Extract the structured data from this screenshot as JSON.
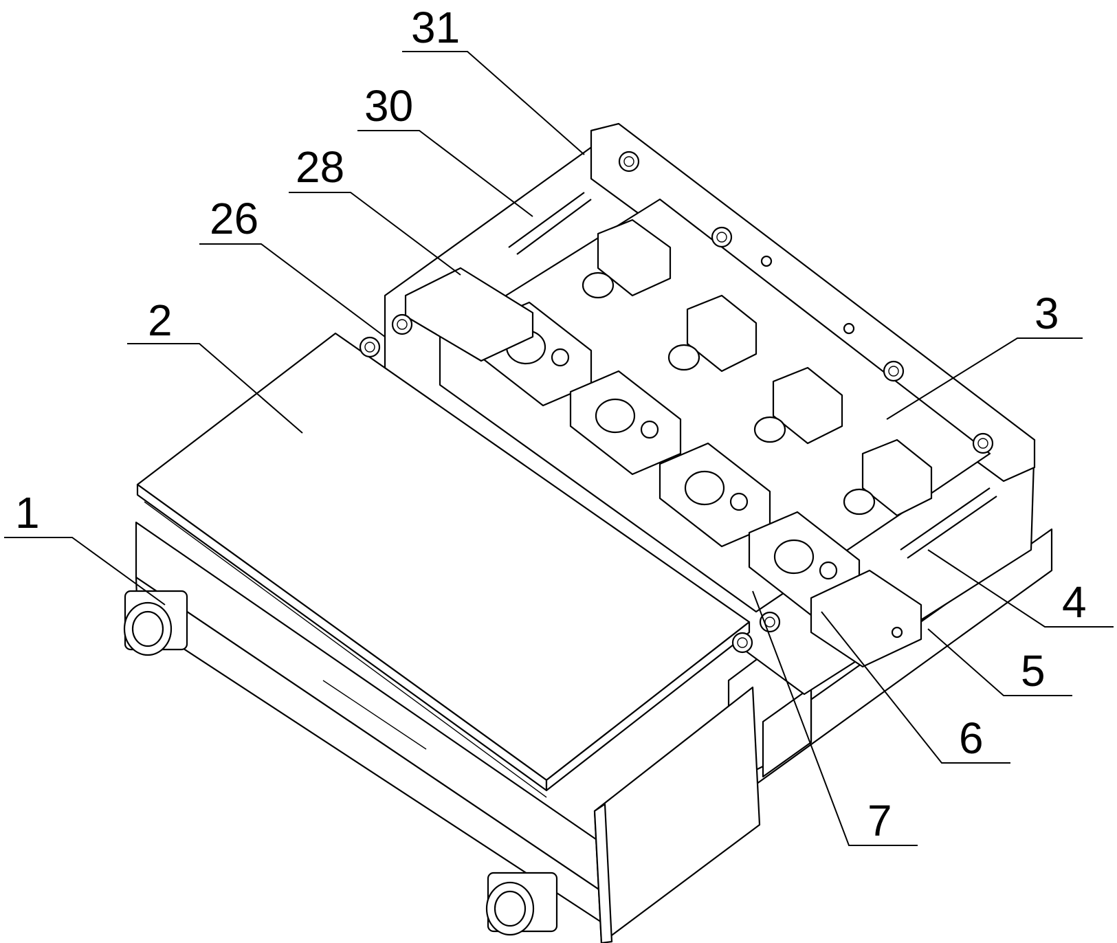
{
  "labels": [
    {
      "id": "1",
      "text": "1"
    },
    {
      "id": "2",
      "text": "2"
    },
    {
      "id": "3",
      "text": "3"
    },
    {
      "id": "4",
      "text": "4"
    },
    {
      "id": "5",
      "text": "5"
    },
    {
      "id": "6",
      "text": "6"
    },
    {
      "id": "7",
      "text": "7"
    },
    {
      "id": "26",
      "text": "26"
    },
    {
      "id": "28",
      "text": "28"
    },
    {
      "id": "30",
      "text": "30"
    },
    {
      "id": "31",
      "text": "31"
    }
  ]
}
